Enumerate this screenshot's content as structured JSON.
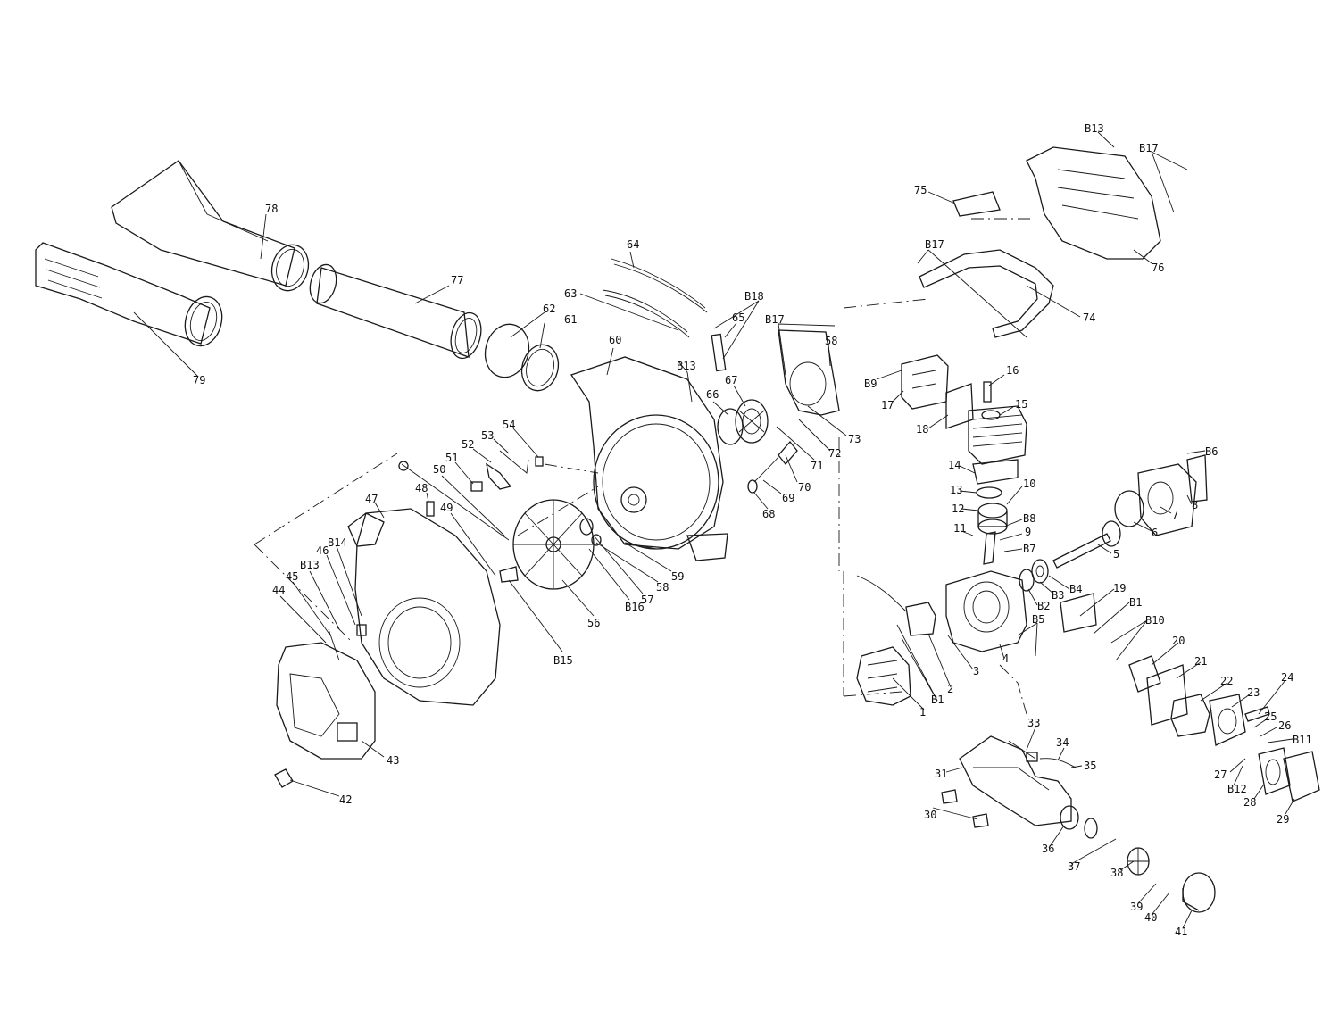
{
  "labels": [
    {
      "id": "l78",
      "text": "78"
    },
    {
      "id": "l77",
      "text": "77"
    },
    {
      "id": "l79",
      "text": "79"
    },
    {
      "id": "l64",
      "text": "64"
    },
    {
      "id": "l63",
      "text": "63"
    },
    {
      "id": "l62",
      "text": "62"
    },
    {
      "id": "l61",
      "text": "61"
    },
    {
      "id": "l60",
      "text": "60"
    },
    {
      "id": "lB18",
      "text": "B18"
    },
    {
      "id": "l65",
      "text": "65"
    },
    {
      "id": "lB13a",
      "text": "B13"
    },
    {
      "id": "l66",
      "text": "66"
    },
    {
      "id": "l67",
      "text": "67"
    },
    {
      "id": "lB17a",
      "text": "B17"
    },
    {
      "id": "l58a",
      "text": "58"
    },
    {
      "id": "l71",
      "text": "71"
    },
    {
      "id": "l72",
      "text": "72"
    },
    {
      "id": "l73",
      "text": "73"
    },
    {
      "id": "l70",
      "text": "70"
    },
    {
      "id": "l69",
      "text": "69"
    },
    {
      "id": "l68",
      "text": "68"
    },
    {
      "id": "l54",
      "text": "54"
    },
    {
      "id": "l53",
      "text": "53"
    },
    {
      "id": "l52",
      "text": "52"
    },
    {
      "id": "l51",
      "text": "51"
    },
    {
      "id": "l50",
      "text": "50"
    },
    {
      "id": "l49",
      "text": "49"
    },
    {
      "id": "l48",
      "text": "48"
    },
    {
      "id": "l47",
      "text": "47"
    },
    {
      "id": "lB14",
      "text": "B14"
    },
    {
      "id": "l46",
      "text": "46"
    },
    {
      "id": "lB13b",
      "text": "B13"
    },
    {
      "id": "l45",
      "text": "45"
    },
    {
      "id": "l44",
      "text": "44"
    },
    {
      "id": "l43",
      "text": "43"
    },
    {
      "id": "l42",
      "text": "42"
    },
    {
      "id": "l56",
      "text": "56"
    },
    {
      "id": "lB16",
      "text": "B16"
    },
    {
      "id": "l57",
      "text": "57"
    },
    {
      "id": "l58b",
      "text": "58"
    },
    {
      "id": "l59",
      "text": "59"
    },
    {
      "id": "lB15",
      "text": "B15"
    },
    {
      "id": "lB13c",
      "text": "B13"
    },
    {
      "id": "lB17b",
      "text": "B17"
    },
    {
      "id": "l75",
      "text": "75"
    },
    {
      "id": "l76",
      "text": "76"
    },
    {
      "id": "lB17c",
      "text": "B17"
    },
    {
      "id": "l74",
      "text": "74"
    },
    {
      "id": "lB9",
      "text": "B9"
    },
    {
      "id": "l17",
      "text": "17"
    },
    {
      "id": "l16",
      "text": "16"
    },
    {
      "id": "l15",
      "text": "15"
    },
    {
      "id": "l18",
      "text": "18"
    },
    {
      "id": "l14",
      "text": "14"
    },
    {
      "id": "l13",
      "text": "13"
    },
    {
      "id": "l10",
      "text": "10"
    },
    {
      "id": "l12",
      "text": "12"
    },
    {
      "id": "l11",
      "text": "11"
    },
    {
      "id": "lB8",
      "text": "B8"
    },
    {
      "id": "l9",
      "text": "9"
    },
    {
      "id": "lB7",
      "text": "B7"
    },
    {
      "id": "lB6",
      "text": "B6"
    },
    {
      "id": "l8",
      "text": "8"
    },
    {
      "id": "l7",
      "text": "7"
    },
    {
      "id": "l6",
      "text": "6"
    },
    {
      "id": "l5",
      "text": "5"
    },
    {
      "id": "lB4",
      "text": "B4"
    },
    {
      "id": "lB3",
      "text": "B3"
    },
    {
      "id": "lB2",
      "text": "B2"
    },
    {
      "id": "l19",
      "text": "19"
    },
    {
      "id": "lB1a",
      "text": "B1"
    },
    {
      "id": "lB10",
      "text": "B10"
    },
    {
      "id": "lB5",
      "text": "B5"
    },
    {
      "id": "l4",
      "text": "4"
    },
    {
      "id": "l3",
      "text": "3"
    },
    {
      "id": "l2",
      "text": "2"
    },
    {
      "id": "lB1b",
      "text": "B1"
    },
    {
      "id": "l1",
      "text": "1"
    },
    {
      "id": "l20",
      "text": "20"
    },
    {
      "id": "l21",
      "text": "21"
    },
    {
      "id": "l22",
      "text": "22"
    },
    {
      "id": "l23",
      "text": "23"
    },
    {
      "id": "l24",
      "text": "24"
    },
    {
      "id": "l25",
      "text": "25"
    },
    {
      "id": "l26",
      "text": "26"
    },
    {
      "id": "lB11",
      "text": "B11"
    },
    {
      "id": "l27",
      "text": "27"
    },
    {
      "id": "lB12",
      "text": "B12"
    },
    {
      "id": "l28",
      "text": "28"
    },
    {
      "id": "l29",
      "text": "29"
    },
    {
      "id": "l33",
      "text": "33"
    },
    {
      "id": "l34",
      "text": "34"
    },
    {
      "id": "l35",
      "text": "35"
    },
    {
      "id": "l31",
      "text": "31"
    },
    {
      "id": "l30",
      "text": "30"
    },
    {
      "id": "l36",
      "text": "36"
    },
    {
      "id": "l37",
      "text": "37"
    },
    {
      "id": "l38",
      "text": "38"
    },
    {
      "id": "l39",
      "text": "39"
    },
    {
      "id": "l40",
      "text": "40"
    },
    {
      "id": "l41",
      "text": "41"
    }
  ]
}
